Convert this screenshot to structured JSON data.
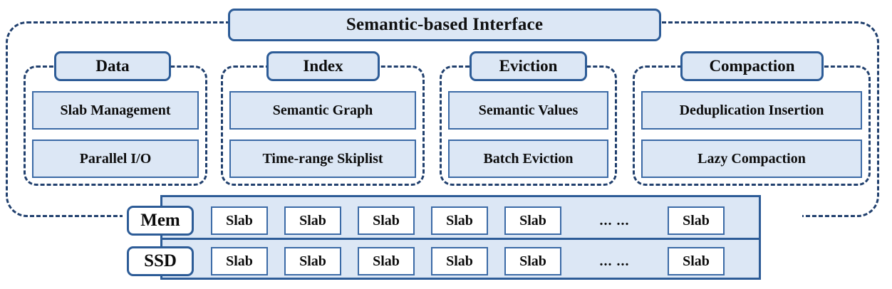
{
  "diagram": {
    "interface": {
      "label": "Semantic-based Interface"
    },
    "modules": [
      {
        "title": "Data",
        "items": [
          "Slab Management",
          "Parallel I/O"
        ]
      },
      {
        "title": "Index",
        "items": [
          "Semantic Graph",
          "Time-range Skiplist"
        ]
      },
      {
        "title": "Eviction",
        "items": [
          "Semantic Values",
          "Batch Eviction"
        ]
      },
      {
        "title": "Compaction",
        "items": [
          "Deduplication Insertion",
          "Lazy Compaction"
        ]
      }
    ],
    "storage": {
      "tiers": [
        {
          "label": "Mem",
          "slabs": [
            "Slab",
            "Slab",
            "Slab",
            "Slab",
            "Slab"
          ],
          "ellipsis": "... ...",
          "tail_slab": "Slab"
        },
        {
          "label": "SSD",
          "slabs": [
            "Slab",
            "Slab",
            "Slab",
            "Slab",
            "Slab"
          ],
          "ellipsis": "... ...",
          "tail_slab": "Slab"
        }
      ]
    },
    "colors": {
      "box_fill": "#dce7f5",
      "box_border": "#2d5c97",
      "item_border": "#3b6aa6",
      "dashed_border": "#21406e",
      "slab_fill": "#ffffff",
      "text": "#0c0c0c"
    }
  }
}
